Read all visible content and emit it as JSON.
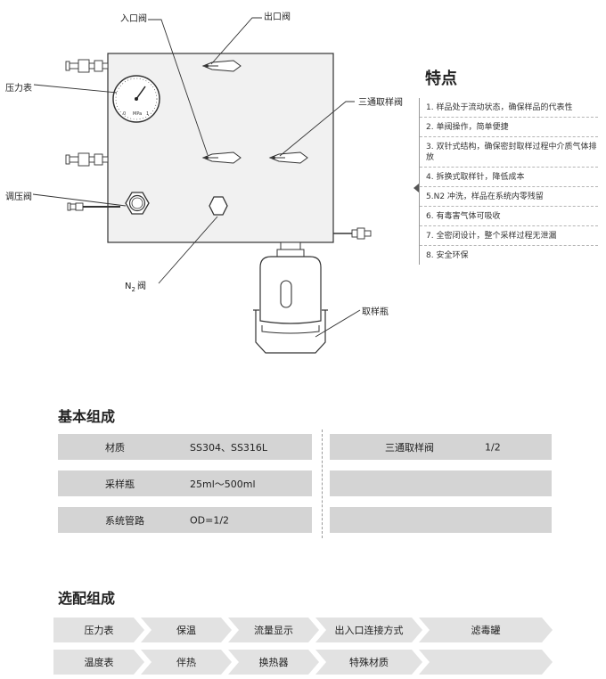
{
  "diagram": {
    "labels": {
      "inlet_valve": "入口阀",
      "outlet_valve": "出口阀",
      "pressure_gauge": "压力表",
      "three_way_valve": "三通取样阀",
      "regulator_valve": "调压阀",
      "n2_valve_main": "N",
      "n2_valve_sub": "2",
      "n2_valve_tail": "阀",
      "sample_bottle": "取样瓶",
      "gauge_unit": "MPa",
      "gauge_min": "0",
      "gauge_max": "1"
    }
  },
  "features": {
    "title": "特点",
    "items": [
      "1. 样品处于流动状态，确保样品的代表性",
      "2. 单阀操作，简单便捷",
      "3. 双针式结构，确保密封取样过程中介质气体排放",
      "4. 拆换式取样针，降低成本",
      "5.N2 冲洗，样品在系统内零残留",
      "6. 有毒害气体可吸收",
      "7. 全密闭设计，整个采样过程无泄漏",
      "8. 安全环保"
    ]
  },
  "basic": {
    "title": "基本组成",
    "rows": [
      {
        "name": "材质",
        "value": "SS304、SS316L"
      },
      {
        "name": "采样瓶",
        "value": "25ml～500ml"
      },
      {
        "name": "系统管路",
        "value": "OD=1/2"
      }
    ],
    "right_rows": [
      {
        "name": "三通取样阀",
        "value": "1/2"
      },
      {
        "name": "",
        "value": ""
      },
      {
        "name": "",
        "value": ""
      }
    ]
  },
  "optional": {
    "title": "选配组成",
    "row1": [
      "压力表",
      "保温",
      "流量显示",
      "出入口连接方式",
      "滤毒罐"
    ],
    "row2": [
      "温度表",
      "伴热",
      "换热器",
      "特殊材质",
      ""
    ]
  }
}
